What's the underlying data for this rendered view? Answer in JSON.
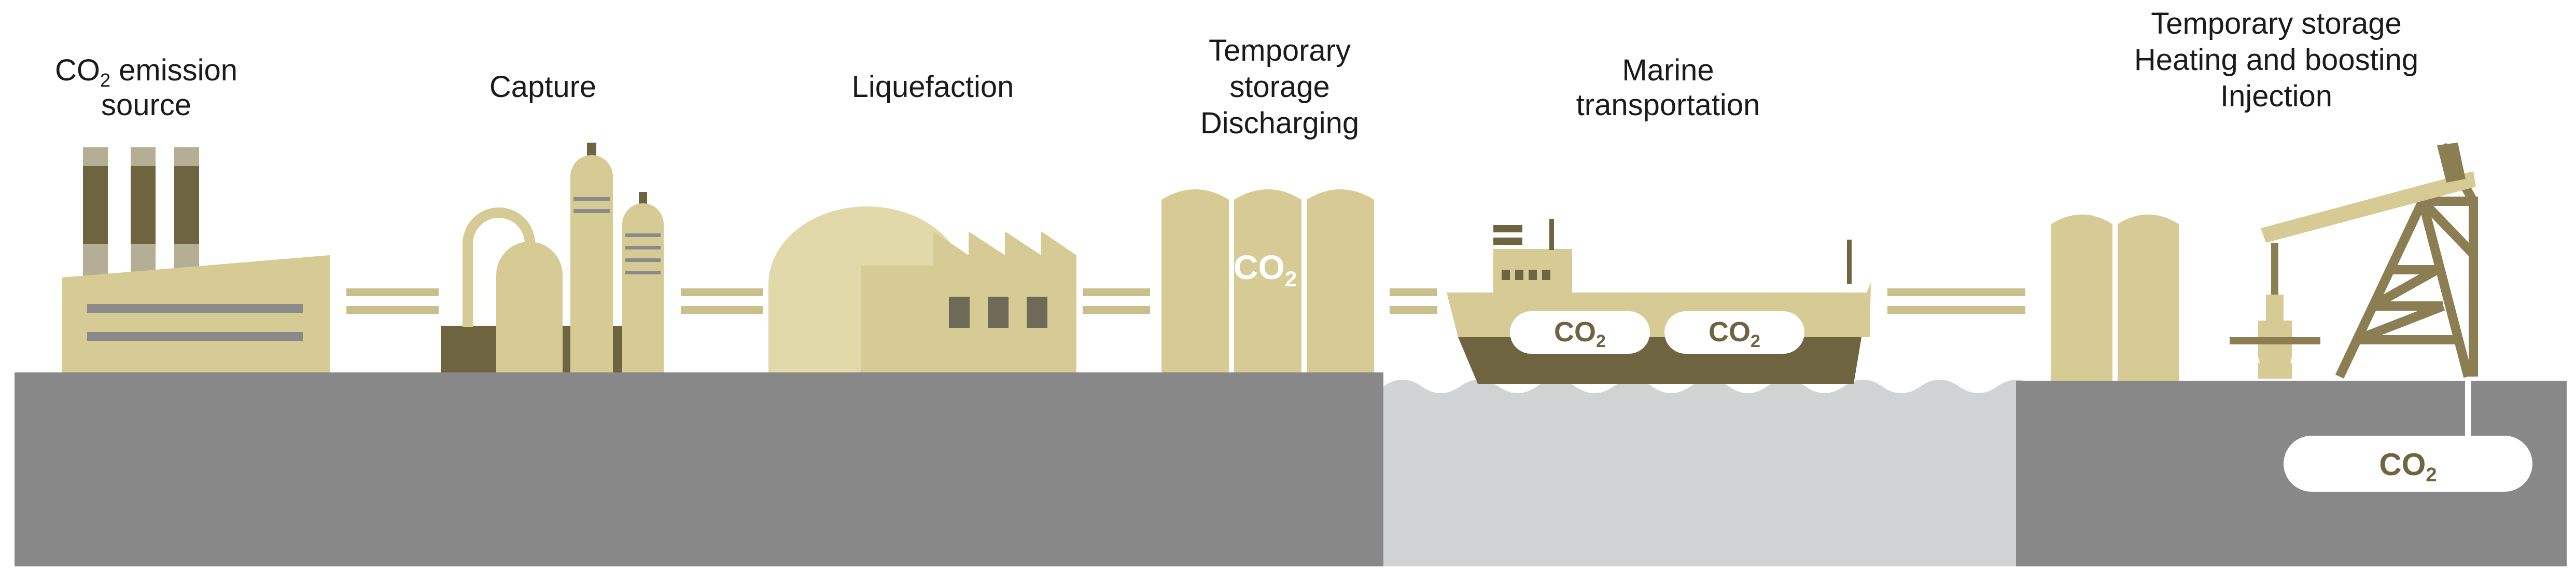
{
  "colors": {
    "khaki": "#d6cb94",
    "khaki_light": "#e2d9aa",
    "olive_dark": "#6f6440",
    "olive_mid": "#8a7e52",
    "ground": "#888889",
    "water": "#d2d3d5",
    "white": "#ffffff",
    "text": "#1a1a1a"
  },
  "stages": {
    "emission": {
      "line1_main": "CO",
      "line1_sub": "2",
      "line1_rest": " emission",
      "line2": "source"
    },
    "capture": {
      "line1": "Capture"
    },
    "liquefaction": {
      "line1": "Liquefaction"
    },
    "temp_storage": {
      "line1": "Temporary",
      "line2": "storage",
      "line3": "Discharging"
    },
    "marine": {
      "line1": "Marine",
      "line2": "transportation"
    },
    "injection": {
      "line1": "Temporary storage",
      "line2": "Heating and boosting",
      "line3": "Injection"
    }
  },
  "co2_labels": {
    "tank": {
      "main": "CO",
      "sub": "2"
    },
    "ship_left": {
      "main": "CO",
      "sub": "2"
    },
    "ship_right": {
      "main": "CO",
      "sub": "2"
    },
    "reservoir": {
      "main": "CO",
      "sub": "2"
    }
  }
}
